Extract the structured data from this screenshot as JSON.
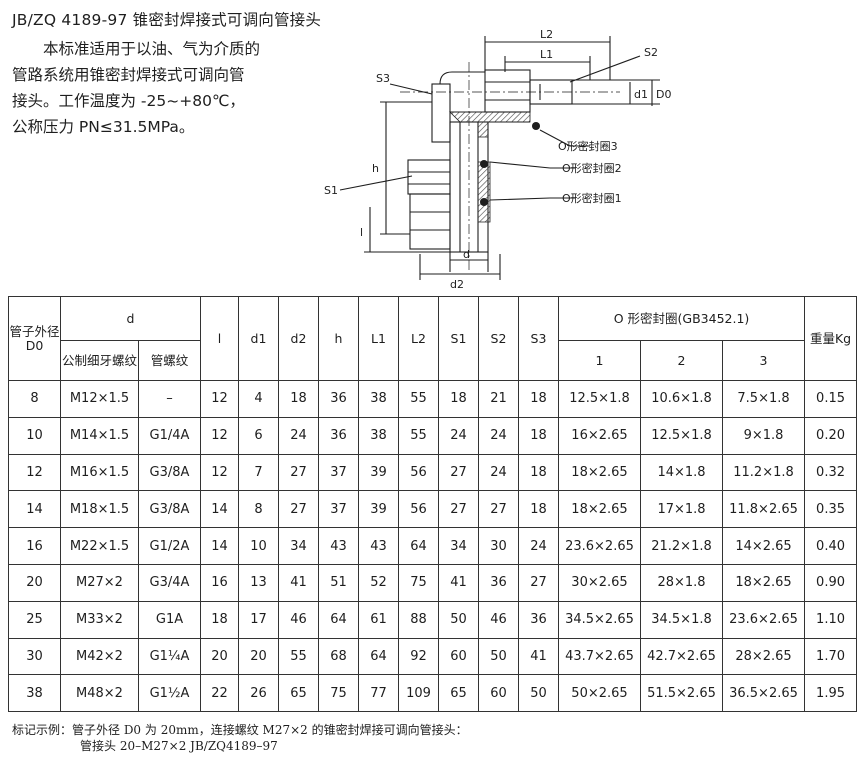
{
  "title": "JB/ZQ 4189-97 锥密封焊接式可调向管接头",
  "intro": {
    "line1": "本标准适用于以油、气为介质的",
    "line2": "管路系统用锥密封焊接式可调向管",
    "line3": "接头。工作温度为 -25~+80℃，",
    "line4": "公称压力 PN≤31.5MPa。"
  },
  "diagram": {
    "L2": "L2",
    "L1": "L1",
    "S2": "S2",
    "S3": "S3",
    "S1": "S1",
    "d1": "d1",
    "D0": "D0",
    "h": "h",
    "l": "l",
    "d": "d",
    "d2": "d2",
    "oring3": "O形密封圈3",
    "oring2": "O形密封圈2",
    "oring1": "O形密封圈1"
  },
  "table": {
    "h_d0": "管子外径D0",
    "h_d": "d",
    "h_thread_fine": "公制细牙螺纹",
    "h_thread_pipe": "管螺纹",
    "h_l": "l",
    "h_d1": "d1",
    "h_d2": "d2",
    "h_h": "h",
    "h_L1": "L1",
    "h_L2": "L2",
    "h_S1": "S1",
    "h_S2": "S2",
    "h_S3": "S3",
    "h_oring": "O 形密封圈(GB3452.1)",
    "h_o1": "1",
    "h_o2": "2",
    "h_o3": "3",
    "h_weight": "重量Kg",
    "rows": [
      [
        "8",
        "M12×1.5",
        "–",
        "12",
        "4",
        "18",
        "36",
        "38",
        "55",
        "18",
        "21",
        "18",
        "12.5×1.8",
        "10.6×1.8",
        "7.5×1.8",
        "0.15"
      ],
      [
        "10",
        "M14×1.5",
        "G1/4A",
        "12",
        "6",
        "24",
        "36",
        "38",
        "55",
        "24",
        "24",
        "18",
        "16×2.65",
        "12.5×1.8",
        "9×1.8",
        "0.20"
      ],
      [
        "12",
        "M16×1.5",
        "G3/8A",
        "12",
        "7",
        "27",
        "37",
        "39",
        "56",
        "27",
        "24",
        "18",
        "18×2.65",
        "14×1.8",
        "11.2×1.8",
        "0.32"
      ],
      [
        "14",
        "M18×1.5",
        "G3/8A",
        "14",
        "8",
        "27",
        "37",
        "39",
        "56",
        "27",
        "27",
        "18",
        "18×2.65",
        "17×1.8",
        "11.8×2.65",
        "0.35"
      ],
      [
        "16",
        "M22×1.5",
        "G1/2A",
        "14",
        "10",
        "34",
        "43",
        "43",
        "64",
        "34",
        "30",
        "24",
        "23.6×2.65",
        "21.2×1.8",
        "14×2.65",
        "0.40"
      ],
      [
        "20",
        "M27×2",
        "G3/4A",
        "16",
        "13",
        "41",
        "51",
        "52",
        "75",
        "41",
        "36",
        "27",
        "30×2.65",
        "28×1.8",
        "18×2.65",
        "0.90"
      ],
      [
        "25",
        "M33×2",
        "G1A",
        "18",
        "17",
        "46",
        "64",
        "61",
        "88",
        "50",
        "46",
        "36",
        "34.5×2.65",
        "34.5×1.8",
        "23.6×2.65",
        "1.10"
      ],
      [
        "30",
        "M42×2",
        "G1¼A",
        "20",
        "20",
        "55",
        "68",
        "64",
        "92",
        "60",
        "50",
        "41",
        "43.7×2.65",
        "42.7×2.65",
        "28×2.65",
        "1.70"
      ],
      [
        "38",
        "M48×2",
        "G1½A",
        "22",
        "26",
        "65",
        "75",
        "77",
        "109",
        "65",
        "60",
        "50",
        "50×2.65",
        "51.5×2.65",
        "36.5×2.65",
        "1.95"
      ]
    ]
  },
  "note": {
    "line1": "标记示例：管子外径 D0 为 20mm，连接螺纹 M27×2 的锥密封焊接可调向管接头：",
    "line2": "管接头 20–M27×2 JB/ZQ4189–97"
  },
  "colors": {
    "ink": "#1e1e1e",
    "hatch": "#444444"
  }
}
